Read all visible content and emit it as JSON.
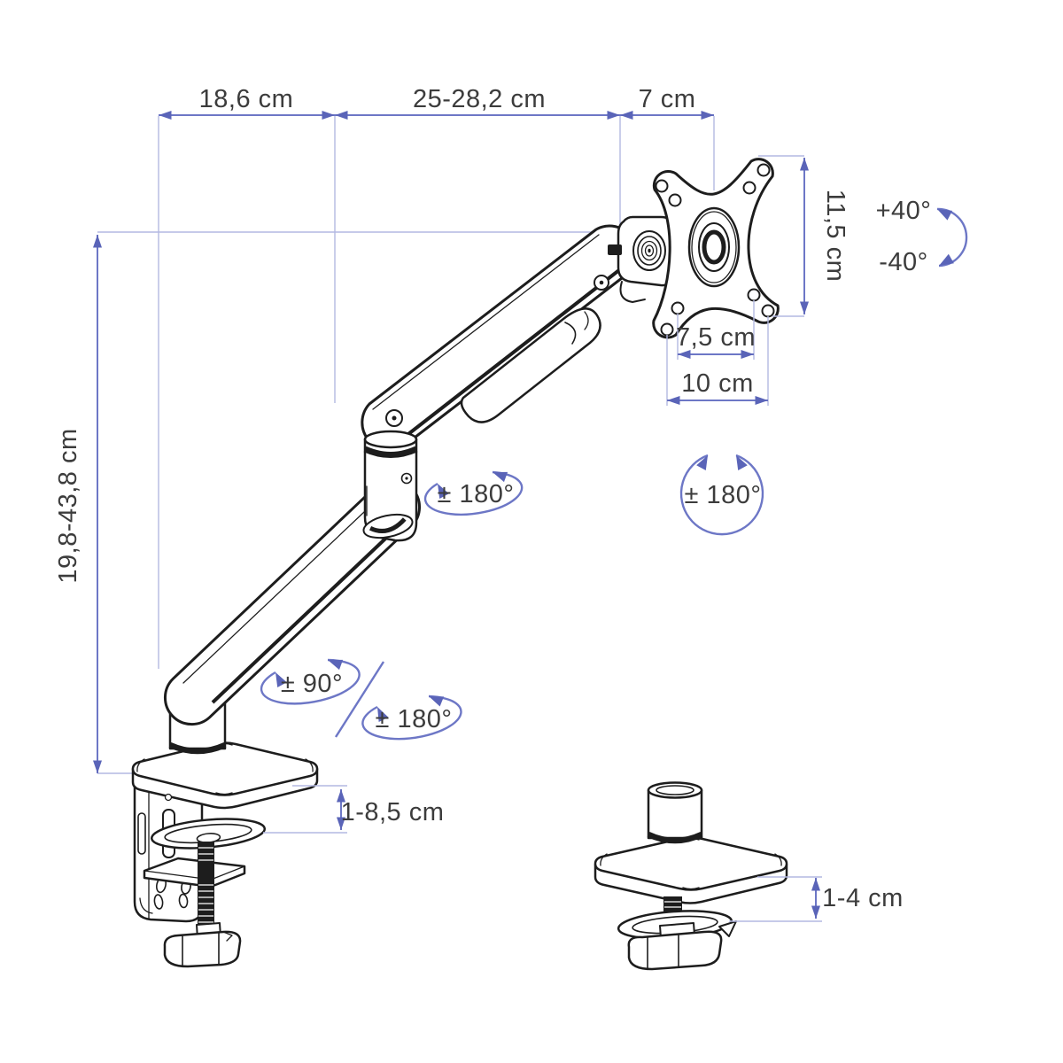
{
  "diagram": {
    "type": "monitor-arm-dimension-diagram",
    "colors": {
      "background": "#ffffff",
      "line_art": "#1d1d1d",
      "dimension_accent": "#6d77c6",
      "extension_line": "#b3b9e2",
      "arrowhead": "#5a64b8",
      "label_text": "#3c3c3c"
    },
    "dimensions": {
      "base_to_elbow": "18,6 cm",
      "arm_reach": "25-28,2 cm",
      "head_depth": "7 cm",
      "vesa_plate_height": "11,5 cm",
      "vesa_hole_spacing_inner": "7,5 cm",
      "vesa_hole_spacing_outer": "10 cm",
      "height_range": "19,8-43,8 cm",
      "clamp_desk_thickness": "1-8,5 cm",
      "grommet_desk_thickness": "1-4 cm"
    },
    "rotations": {
      "tilt_up": "+40°",
      "tilt_down": "-40°",
      "head_swivel": "± 180°",
      "vesa_rotation": "± 180°",
      "arm_swivel": "± 90°",
      "base_rotation": "± 180°"
    }
  }
}
